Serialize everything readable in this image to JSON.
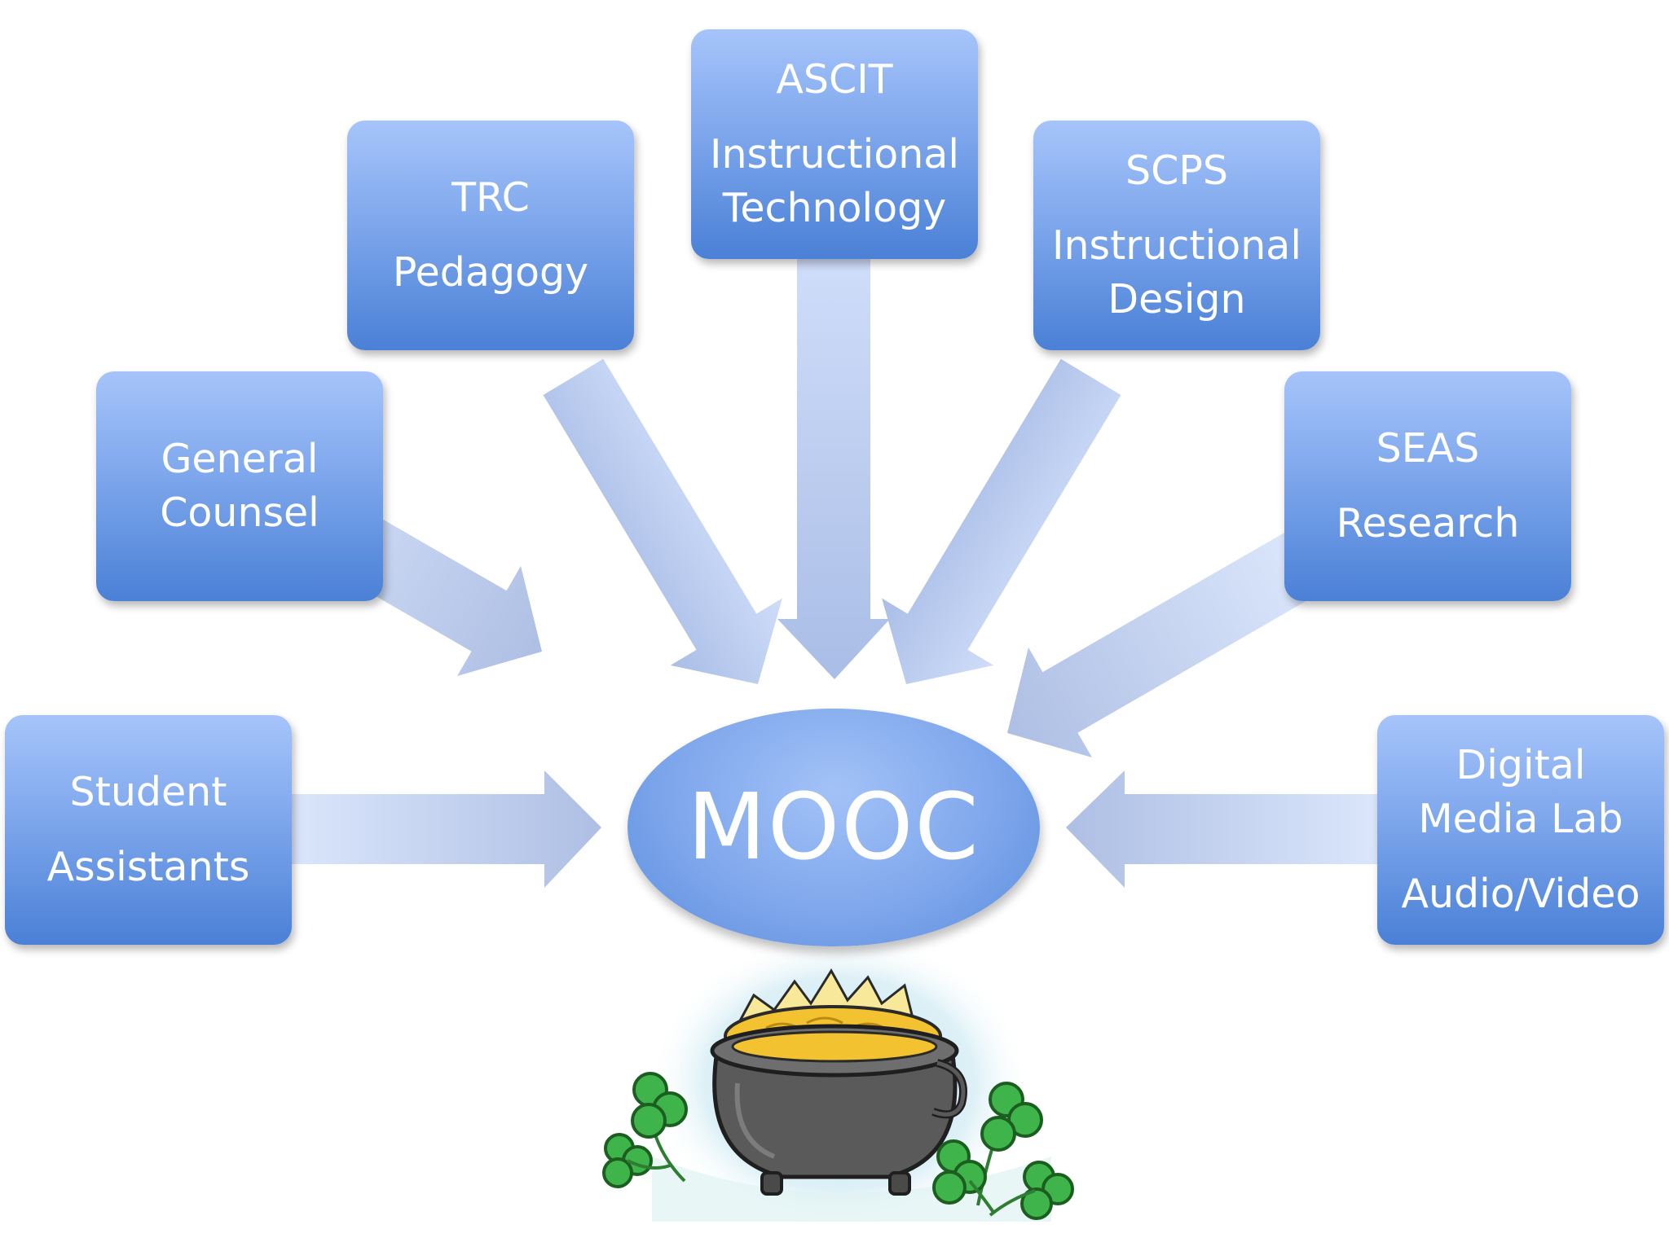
{
  "center": {
    "label": "MOOC"
  },
  "nodes": {
    "student_assistants": {
      "lines": [
        "Student",
        "Assistants"
      ]
    },
    "general_counsel": {
      "lines": [
        "General",
        "Counsel"
      ]
    },
    "trc": {
      "lines": [
        "TRC",
        "Pedagogy"
      ]
    },
    "ascit": {
      "lines": [
        "ASCIT",
        "Instructional",
        "Technology"
      ]
    },
    "scps": {
      "lines": [
        "SCPS",
        "Instructional",
        "Design"
      ]
    },
    "seas": {
      "lines": [
        "SEAS",
        "Research"
      ]
    },
    "digital_media_lab": {
      "lines": [
        "Digital",
        "Media Lab",
        "Audio/Video"
      ]
    }
  },
  "colors": {
    "box_top": "#a6c4fa",
    "box_bottom": "#4a80d6",
    "arrow": "#b4c8f0",
    "cauldron": "#5a5a5a",
    "gold": "#f2c230",
    "clover": "#3fb44a"
  },
  "illustration": {
    "icon": "pot-of-gold-with-shamrocks-icon"
  }
}
